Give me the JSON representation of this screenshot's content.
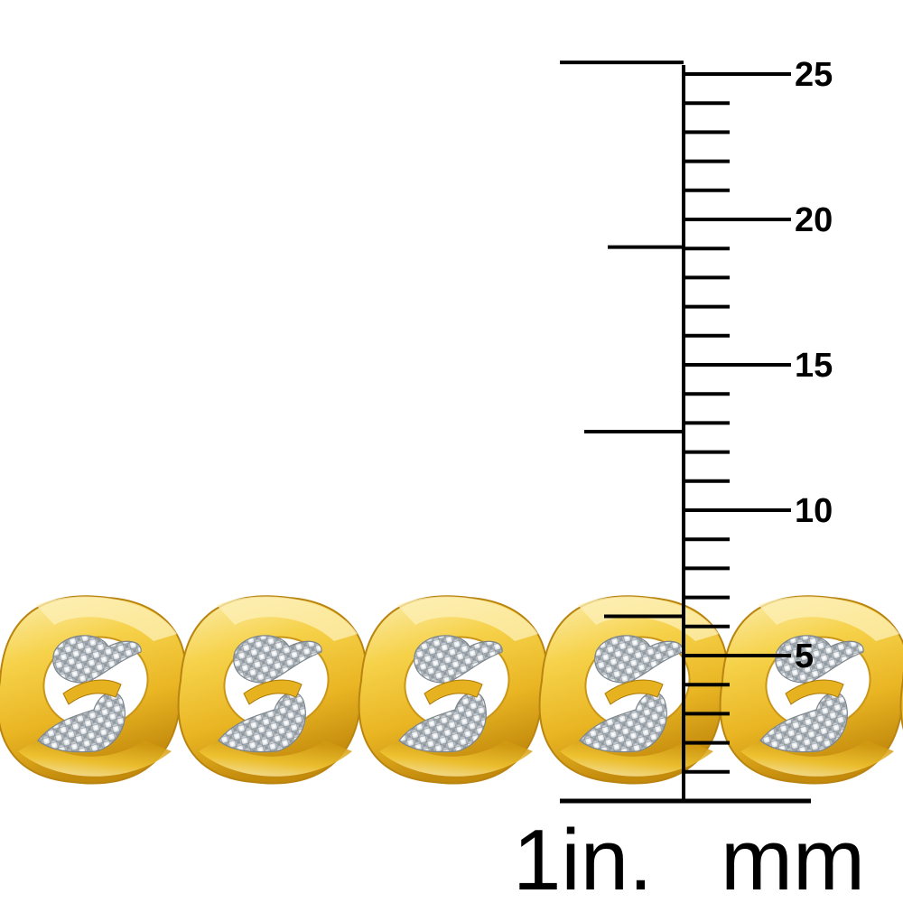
{
  "product_photo": {
    "subject": "two-tone gold cuban chain with diamond-cut white links",
    "colors": {
      "background": "#ffffff",
      "gold_light": "#fbeaa0",
      "gold_mid": "#f3c938",
      "gold_dark": "#d49a10",
      "gold_shadow": "#b07a08",
      "white_gold": "#e8ecef",
      "white_gold_shadow": "#9aa3ab",
      "ruler": "#000000"
    }
  },
  "ruler": {
    "mm_labels": [
      "25",
      "20",
      "15",
      "10",
      "5"
    ],
    "mm_values": [
      25,
      20,
      15,
      10,
      5
    ],
    "mm_range": [
      0,
      25
    ],
    "inch_marks": [
      "1",
      "3/4",
      "1/2",
      "1/4",
      "0"
    ]
  },
  "units": {
    "inch_label": "1in.",
    "mm_label": "mm"
  }
}
